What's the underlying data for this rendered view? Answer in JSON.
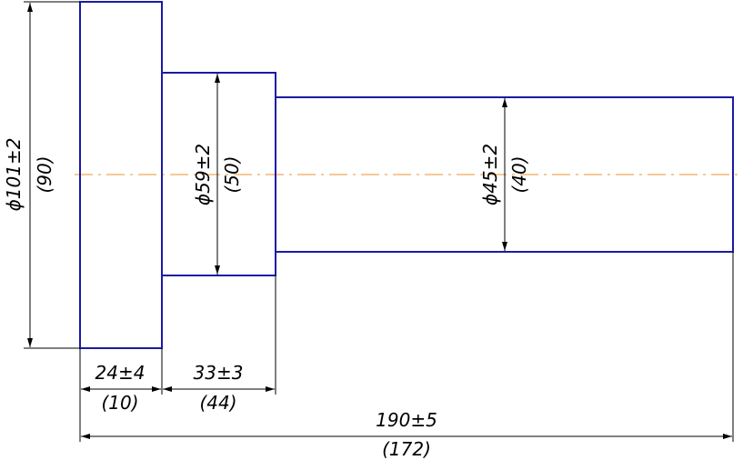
{
  "colors": {
    "outline": "#1a1aa6",
    "dimension": "#000000",
    "centerline": "#e8962e",
    "background": "#ffffff"
  },
  "dimensions": {
    "d1": {
      "tol": "ϕ101±2",
      "ref": "(90)"
    },
    "d2": {
      "tol": "ϕ59±2",
      "ref": "(50)"
    },
    "d3": {
      "tol": "ϕ45±2",
      "ref": "(40)"
    },
    "l1": {
      "tol": "24±4",
      "ref": "(10)"
    },
    "l2": {
      "tol": "33±3",
      "ref": "(44)"
    },
    "total": {
      "tol": "190±5",
      "ref": "(172)"
    }
  }
}
